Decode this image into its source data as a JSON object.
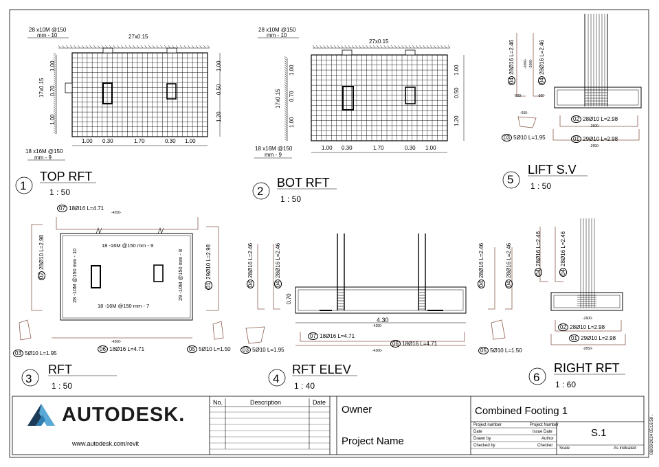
{
  "views": [
    {
      "num": "1",
      "title": "TOP RFT",
      "scale": "1 : 50"
    },
    {
      "num": "2",
      "title": "BOT RFT",
      "scale": "1 : 50"
    },
    {
      "num": "3",
      "title": "RFT",
      "scale": "1 : 50"
    },
    {
      "num": "4",
      "title": "RFT ELEV",
      "scale": "1 : 40"
    },
    {
      "num": "5",
      "title": "LIFT S.V",
      "scale": "1 : 50"
    },
    {
      "num": "6",
      "title": "RIGHT RFT",
      "scale": "1 : 60"
    }
  ],
  "plan_labels": {
    "top_bars": "28 x10M  @150",
    "top_bars_2": "mm - 10",
    "top_count": "27x0.15",
    "side_count": "17x0.15",
    "bot_bars": "18 x16M  @150",
    "bot_bars_2": "mm - 9",
    "dims_h": [
      "1.00",
      "0.30",
      "1.70",
      "0.30",
      "1.00"
    ],
    "dims_v": [
      "1.00",
      "0.50",
      "1.20"
    ],
    "dims_v_left": [
      "1.00",
      "0.70",
      "1.00"
    ]
  },
  "lift": {
    "bar04": "28Ø16 L=2.46",
    "bar04_circle": "04",
    "bar02": "28Ø10 L=2.98",
    "bar02_circle": "02",
    "bar03": "5Ø10 L=1.95",
    "bar03_circle": "03",
    "bar01": "29Ø10 L=2.98",
    "bar01_circle": "01",
    "dim_2600": "-2600-",
    "dim_2650": "-2650-",
    "dim_500": "-500-",
    "dim_650": "-650-",
    "dim_2000": "-2000-"
  },
  "rft": {
    "bar07": "18Ø16 L=4.71",
    "bar07_circle": "07",
    "bar02": "28Ø10 L=2.98",
    "bar02_circle": "02",
    "bar01": "29Ø10 L=2.98",
    "bar01_circle": "01",
    "bar06": "18Ø16 L=4.71",
    "bar06_circle": "06",
    "bar03": "5Ø10 L=1.95",
    "bar03_circle": "03",
    "bar05": "5Ø10 L=1.50",
    "bar05_circle": "05",
    "note_top": "18 -16M @150 mm - 9",
    "note_bot": "18 -16M @150 mm - 7",
    "note_left": "28 -10M @150 mm - 10",
    "note_right": "29 -10M @150 mm - 8",
    "dim_4250": "-4250-",
    "dim_4260": "-4260-"
  },
  "elev": {
    "height": "0.70",
    "width": "4.30",
    "bar04": "28Ø16 L=2.46",
    "bar04_circle": "04",
    "bar07": "18Ø16 L=4.71",
    "bar07_circle": "07",
    "bar06": "18Ø16 L=4.71",
    "bar06_circle": "06",
    "bar03": "5Ø10 L=1.95",
    "bar03_circle": "03",
    "bar05": "5Ø10 L=1.50",
    "bar05_circle": "05",
    "dim_4250": "-4250-",
    "dim_4260": "-4260-"
  },
  "title_block": {
    "logo_text": "AUTODESK.",
    "logo_url": "www.autodesk.com/revit",
    "rev_headers": [
      "No.",
      "Description",
      "Date"
    ],
    "owner": "Owner",
    "project_name": "Project Name",
    "sheet_name": "Combined Footing 1",
    "sheet_number": "S.1",
    "fields": [
      {
        "label": "Project number",
        "value": "Project Number"
      },
      {
        "label": "Date",
        "value": "Issue Date"
      },
      {
        "label": "Drawn by",
        "value": "Author"
      },
      {
        "label": "Checked by",
        "value": "Checker"
      }
    ],
    "scale_label": "Scale",
    "scale_value": "As indicated",
    "timestamp": "08/09/2024 05:16:59 ،"
  },
  "colors": {
    "line": "#000000",
    "rebar_shape": "#8B5A4A",
    "logo_dark": "#1b3a57",
    "logo_light": "#5aa9d6"
  }
}
